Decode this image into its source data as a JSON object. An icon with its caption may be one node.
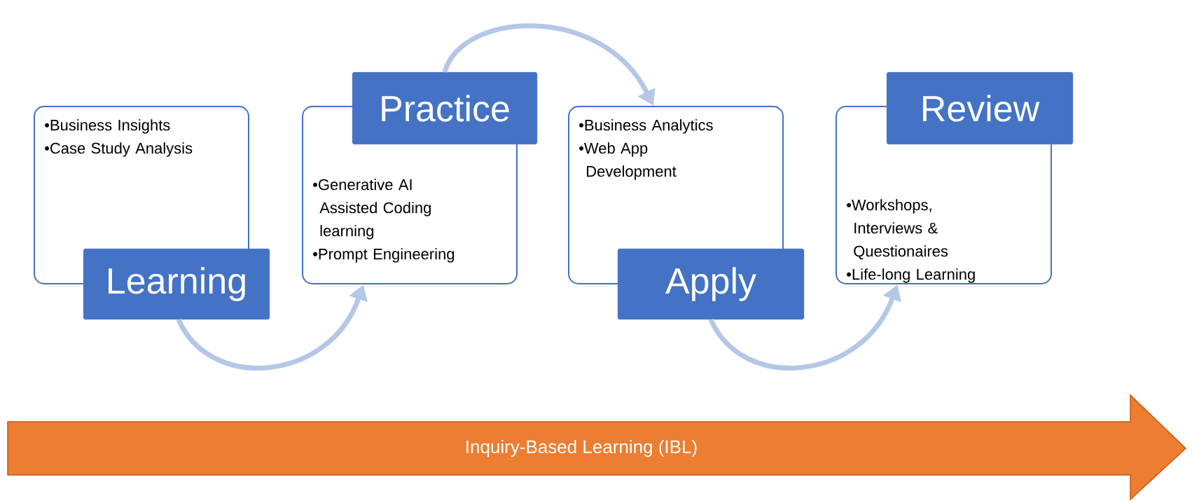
{
  "diagram": {
    "nodes": [
      {
        "text": [
          "•Business Insights",
          "•Case Study Analysis"
        ]
      },
      {
        "text": [
          "Learning"
        ]
      },
      {
        "text": [
          "Practice"
        ]
      },
      {
        "text": [
          "•Generative AI Assisted Coding learning",
          "•Prompt Engineering"
        ]
      },
      {
        "text": [
          "•Business Analytics",
          "•Web App Development"
        ]
      },
      {
        "text": [
          "Apply"
        ]
      },
      {
        "text": [
          "Review"
        ]
      },
      {
        "text": [
          "•Workshops, Interviews & Questionaires",
          "•Life-long Learning"
        ]
      },
      {
        "text": [
          "Inquiry-Based Learning (IBL)"
        ]
      }
    ],
    "edges": [
      {
        "from": 1,
        "to": 3,
        "arrow": "to"
      },
      {
        "from": 2,
        "to": 4,
        "arrow": "to"
      },
      {
        "from": 5,
        "to": 7,
        "arrow": "to"
      }
    ]
  }
}
